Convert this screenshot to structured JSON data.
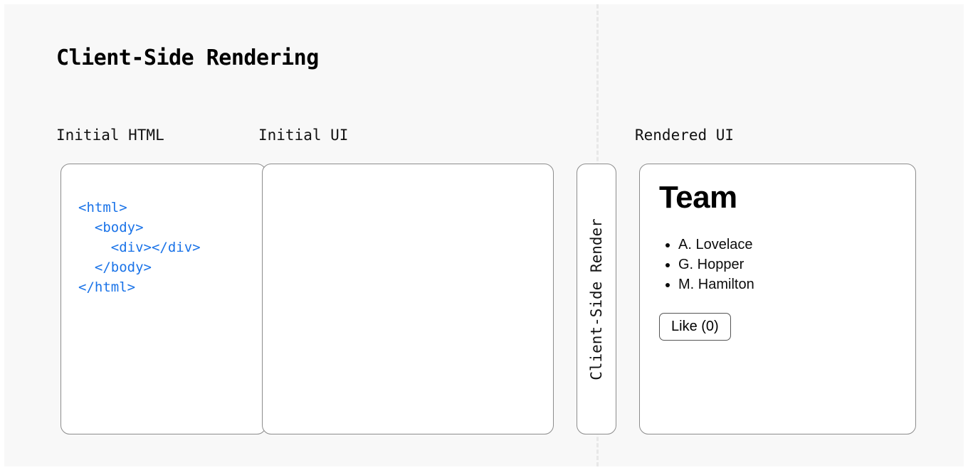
{
  "diagram": {
    "title": "Client-Side Rendering",
    "background_color": "#f8f8f8",
    "divider_color": "#e8e8e8",
    "panel_border_color": "#8c8c8c",
    "code_color": "#1a73e8"
  },
  "columns": {
    "initial_html_caption": "Initial HTML",
    "initial_ui_caption": "Initial UI",
    "rendered_ui_caption": "Rendered UI"
  },
  "initial_html_panel": {
    "code": "<html>\n  <body>\n    <div></div>\n  </body>\n</html>"
  },
  "initial_ui_panel": {
    "content": ""
  },
  "render_strip": {
    "label": "Client-Side Render"
  },
  "rendered_ui_panel": {
    "heading": "Team",
    "list": [
      "A. Lovelace",
      "G. Hopper",
      "M. Hamilton"
    ],
    "button_label": "Like (0)"
  }
}
